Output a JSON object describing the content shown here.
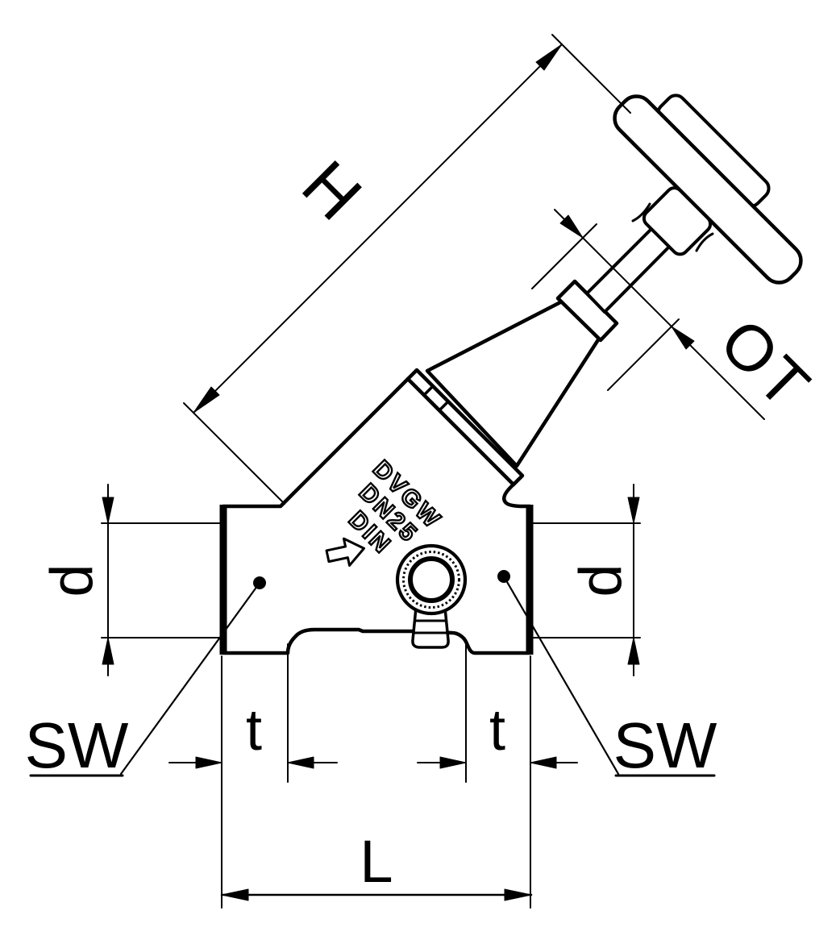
{
  "drawing": {
    "labels": {
      "h": "H",
      "ot": "OT",
      "d": "d",
      "sw": "SW",
      "t": "t",
      "l": "L"
    },
    "markings": {
      "line1": "DVGW",
      "line2": "DN25",
      "line3": "DIN"
    },
    "colors": {
      "line": "#000000",
      "background": "#ffffff"
    }
  }
}
